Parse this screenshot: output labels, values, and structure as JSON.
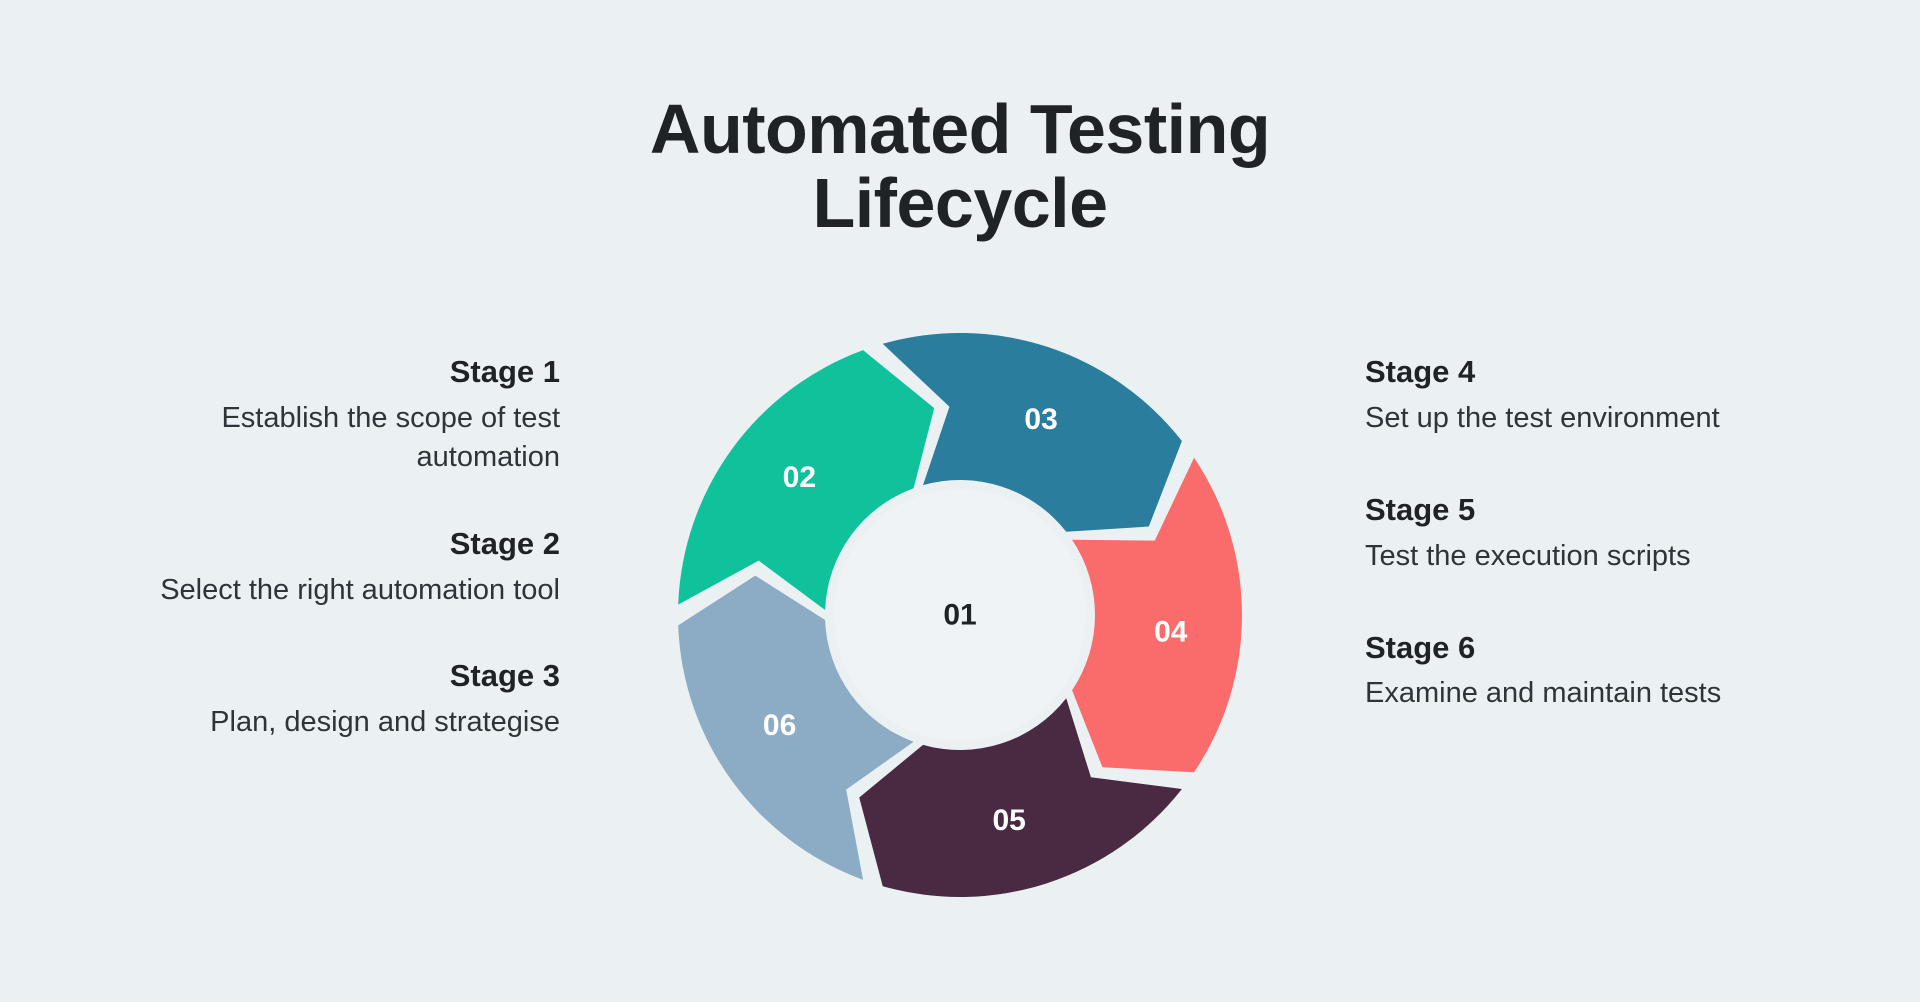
{
  "page": {
    "background_color": "#EBF0F3",
    "title_lines": [
      "Automated Testing",
      "Lifecycle"
    ],
    "title_color": "#1F2326"
  },
  "chart_data": {
    "type": "pie",
    "title": "Automated Testing Lifecycle",
    "subtype": "cyclical-arrow-donut",
    "center": {
      "number": "01",
      "text_color": "#1F2326",
      "fill": "#EFF3F5"
    },
    "legend_position": "sides",
    "segments": [
      {
        "number": "02",
        "color": "#10C29B",
        "start_angle": 270,
        "end_angle": 342,
        "label_color": "#FFFFFF"
      },
      {
        "number": "03",
        "color": "#2A7D9D",
        "start_angle": 342,
        "end_angle": 54,
        "label_color": "#FFFFFF"
      },
      {
        "number": "04",
        "color": "#FA6B6B",
        "start_angle": 54,
        "end_angle": 126,
        "label_color": "#FFFFFF"
      },
      {
        "number": "05",
        "color": "#4A2A42",
        "start_angle": 126,
        "end_angle": 198,
        "label_color": "#FFFFFF"
      },
      {
        "number": "06",
        "color": "#8CABC4",
        "start_angle": 198,
        "end_angle": 270,
        "label_color": "#FFFFFF"
      }
    ],
    "values": [
      20,
      20,
      20,
      20,
      20
    ],
    "categories": [
      "02",
      "03",
      "04",
      "05",
      "06"
    ]
  },
  "stages_left": [
    {
      "heading": "Stage 1",
      "description": "Establish the scope of test automation"
    },
    {
      "heading": "Stage 2",
      "description": "Select the right automation tool"
    },
    {
      "heading": "Stage 3",
      "description": "Plan, design and strategise"
    }
  ],
  "stages_right": [
    {
      "heading": "Stage 4",
      "description": "Set up the test environment"
    },
    {
      "heading": "Stage 5",
      "description": "Test the execution scripts"
    },
    {
      "heading": "Stage 6",
      "description": "Examine and maintain tests"
    }
  ]
}
